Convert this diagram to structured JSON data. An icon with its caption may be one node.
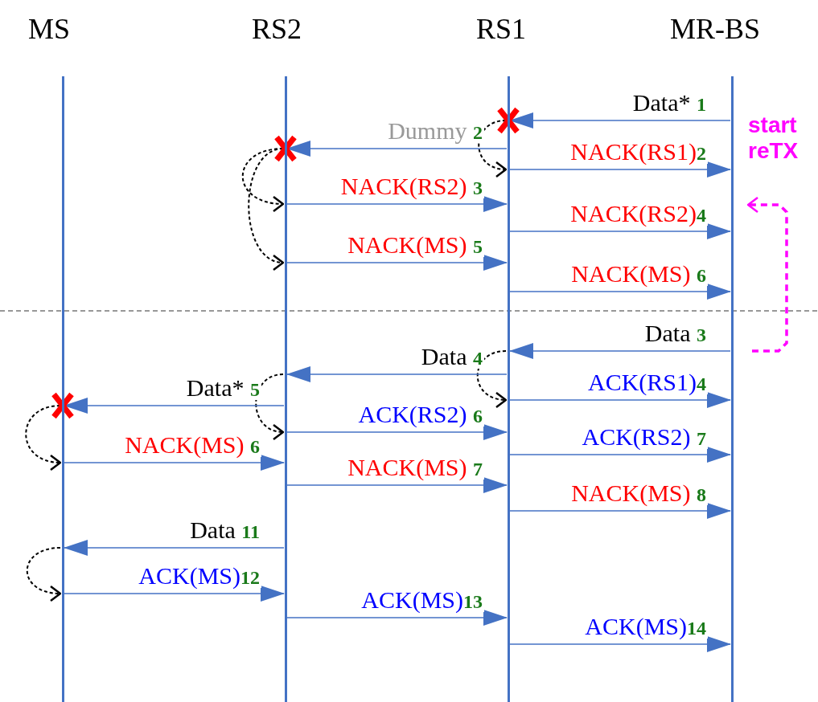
{
  "diagram": {
    "nodes": [
      {
        "text": [
          "MS"
        ]
      },
      {
        "text": [
          "RS2"
        ]
      },
      {
        "text": [
          "RS1"
        ]
      },
      {
        "text": [
          "MR-BS"
        ]
      },
      {
        "text": [
          "start reTX"
        ]
      }
    ],
    "edges": [
      {
        "from": 3,
        "to": 2,
        "arrow": "to",
        "label": "Data* **1**"
      },
      {
        "from": 2,
        "to": 2,
        "arrow": "to",
        "style": "dashed",
        "color": "#000000"
      },
      {
        "from": 2,
        "to": 1,
        "arrow": "to",
        "label": "Dummy **2**"
      },
      {
        "from": 2,
        "to": 3,
        "arrow": "to",
        "label": "NACK(RS1)**2**"
      },
      {
        "from": 1,
        "to": 1,
        "arrow": "to",
        "style": "dashed",
        "color": "#000000"
      },
      {
        "from": 1,
        "to": 1,
        "arrow": "to",
        "style": "dashed",
        "color": "#000000"
      },
      {
        "from": 1,
        "to": 2,
        "arrow": "to",
        "label": "NACK(RS2) **3**"
      },
      {
        "from": 2,
        "to": 3,
        "arrow": "to",
        "label": "NACK(RS2)**4**"
      },
      {
        "from": 1,
        "to": 2,
        "arrow": "to",
        "label": "NACK(MS) **5**"
      },
      {
        "from": 2,
        "to": 3,
        "arrow": "to",
        "label": "NACK(MS) **6**"
      },
      {
        "from": null,
        "to": 4,
        "arrow": "to",
        "style": "dashed",
        "color": "#ff00ff"
      },
      {
        "from": 3,
        "to": 2,
        "arrow": "to",
        "label": "Data  **3**"
      },
      {
        "from": 2,
        "to": 2,
        "arrow": "to",
        "style": "dashed",
        "color": "#000000"
      },
      {
        "from": 2,
        "to": 1,
        "arrow": "to",
        "label": "Data **4**"
      },
      {
        "from": 2,
        "to": 3,
        "arrow": "to",
        "label": "ACK(RS1)**4**"
      },
      {
        "from": 1,
        "to": 1,
        "arrow": "to",
        "style": "dashed",
        "color": "#000000"
      },
      {
        "from": 1,
        "to": 0,
        "arrow": "to",
        "label": "Data* **5**"
      },
      {
        "from": 0,
        "to": 0,
        "arrow": "to",
        "style": "dashed",
        "color": "#000000"
      },
      {
        "from": 1,
        "to": 2,
        "arrow": "to",
        "label": "ACK(RS2) **6**"
      },
      {
        "from": 2,
        "to": 3,
        "arrow": "to",
        "label": "ACK(RS2) **7**"
      },
      {
        "from": 0,
        "to": 1,
        "arrow": "to",
        "label": "NACK(MS) **6**"
      },
      {
        "from": 1,
        "to": 2,
        "arrow": "to",
        "label": "NACK(MS) **7**"
      },
      {
        "from": 2,
        "to": 3,
        "arrow": "to",
        "label": "NACK(MS) **8**"
      },
      {
        "from": 1,
        "to": 0,
        "arrow": "to",
        "label": "Data  **11**"
      },
      {
        "from": 0,
        "to": 0,
        "arrow": "to",
        "style": "dashed",
        "color": "#000000"
      },
      {
        "from": 0,
        "to": 1,
        "arrow": "to",
        "label": "ACK(MS)**12**"
      },
      {
        "from": 1,
        "to": 2,
        "arrow": "to",
        "label": "ACK(MS)**13**"
      },
      {
        "from": 2,
        "to": 3,
        "arrow": "to",
        "label": "ACK(MS)**14**"
      }
    ]
  }
}
